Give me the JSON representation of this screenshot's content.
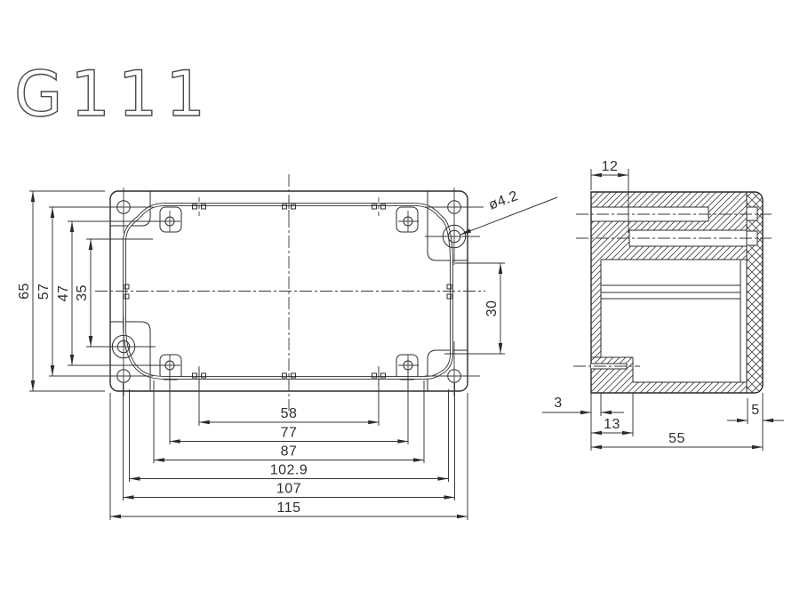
{
  "title": "G111",
  "colors": {
    "line": "#2b2b2b",
    "background": "#ffffff",
    "text": "#2f2f2f"
  },
  "main_view": {
    "name": "top view of enclosure",
    "bottom_dims": [
      "58",
      "77",
      "87",
      "102.9",
      "107",
      "115"
    ],
    "left_dims": [
      "65",
      "57",
      "47",
      "35"
    ],
    "right_dims": [
      "30"
    ],
    "hole_callout": "ø4.2"
  },
  "section_view": {
    "name": "side section view",
    "top_dims": [
      "12"
    ],
    "bottom_dims": [
      "3",
      "13",
      "5",
      "55"
    ]
  }
}
